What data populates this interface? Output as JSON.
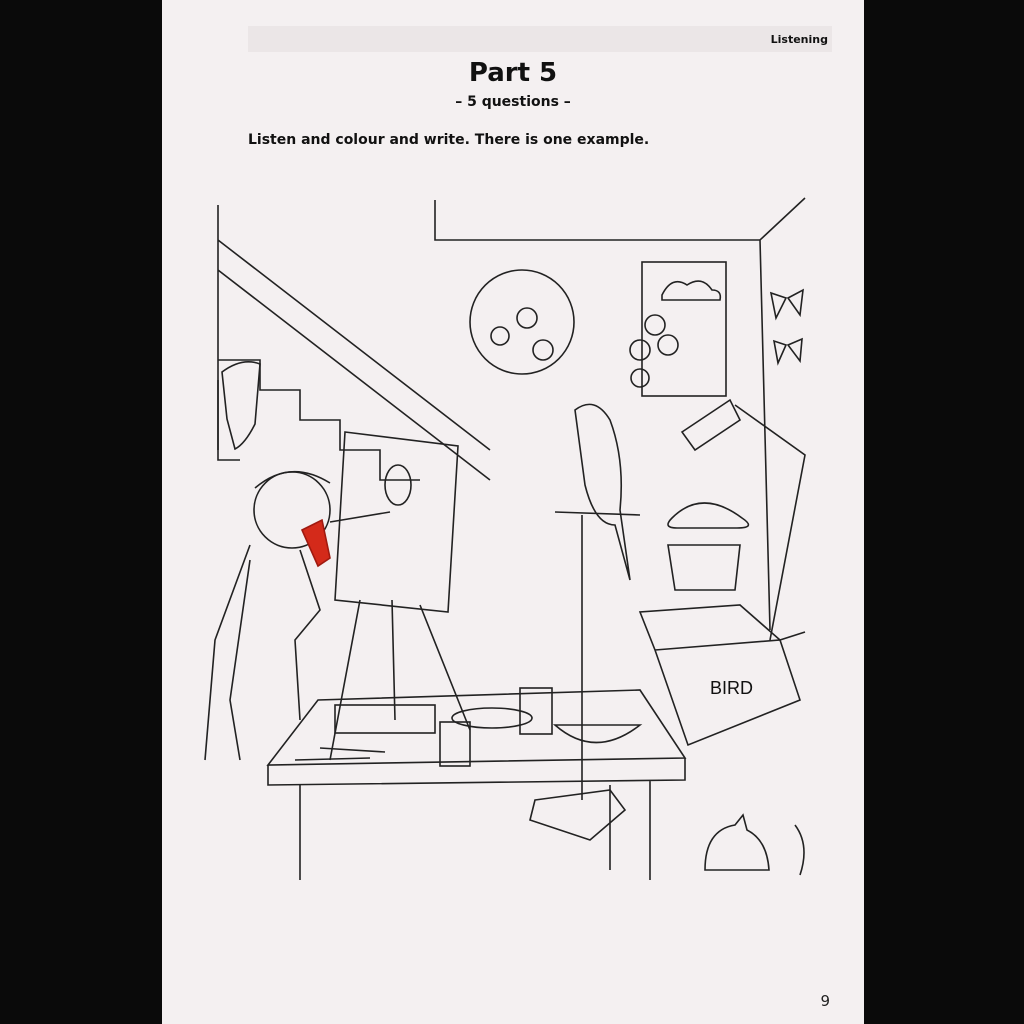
{
  "header": {
    "section": "Listening"
  },
  "title": "Part 5",
  "subtitle": "– 5 questions –",
  "instruction": "Listen and colour and write. There is one example.",
  "illustration": {
    "box_label": "BIRD",
    "example_colour": "#d42a1a"
  },
  "page_number": "9"
}
